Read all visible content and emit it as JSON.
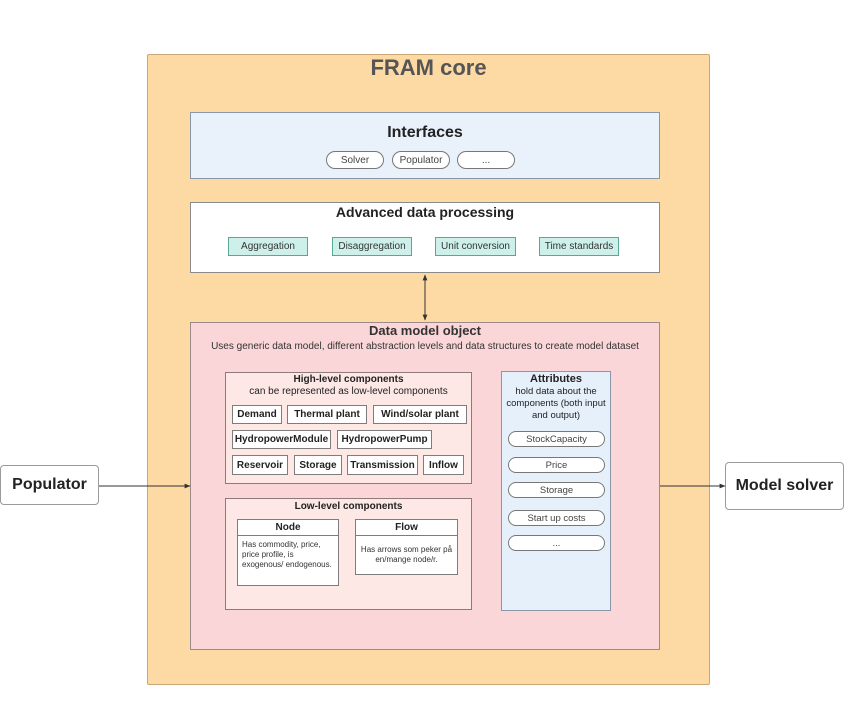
{
  "core": {
    "title": "FRAM core"
  },
  "interfaces": {
    "title": "Interfaces",
    "items": [
      "Solver",
      "Populator",
      "..."
    ]
  },
  "advanced": {
    "title": "Advanced data processing",
    "items": [
      "Aggregation",
      "Disaggregation",
      "Unit conversion",
      "Time standards"
    ]
  },
  "data_model": {
    "title": "Data model object",
    "subtitle": "Uses generic data model, different abstraction levels and data structures to create model dataset"
  },
  "high_level": {
    "title": "High-level components",
    "subtitle": "can be represented as low-level components",
    "components": [
      "Demand",
      "Thermal plant",
      "Wind/solar plant",
      "HydropowerModule",
      "HydropowerPump",
      "Reservoir",
      "Storage",
      "Transmission",
      "Inflow"
    ]
  },
  "low_level": {
    "title": "Low-level components",
    "node": {
      "title": "Node",
      "description": "Has commodity, price, price profile, is exogenous/ endogenous."
    },
    "flow": {
      "title": "Flow",
      "description": "Has arrows som peker på en/mange node/r."
    }
  },
  "attributes": {
    "title": "Attributes",
    "description": "hold data about the components (both input and output)",
    "items": [
      "StockCapacity",
      "Price",
      "Storage",
      "Start up costs",
      "..."
    ]
  },
  "external": {
    "populator": "Populator",
    "solver": "Model solver"
  }
}
